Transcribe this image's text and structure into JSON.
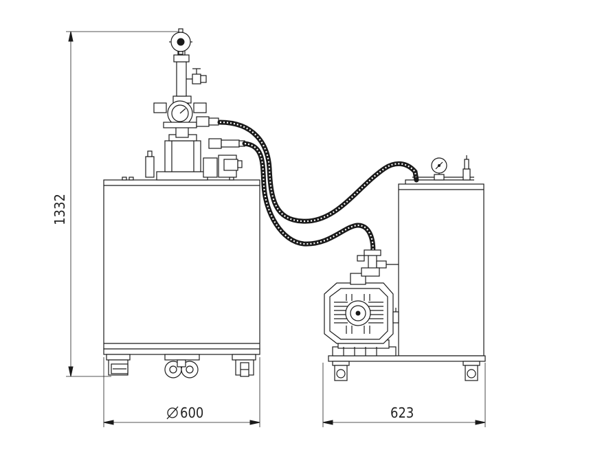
{
  "dimensions": {
    "height_label": "1332",
    "left_width_label": "600",
    "left_width_prefix_symbol": "diameter-symbol",
    "right_width_label": "623"
  },
  "colors": {
    "line": "#1a1a1a",
    "background": "#ffffff"
  },
  "components": [
    "dewar-vessel",
    "vessel-caster-wheels",
    "pressure-gauge-top",
    "pressure-gauge-panel",
    "transfer-hose-upper",
    "transfer-hose-lower",
    "vacuum-pump",
    "pump-cabinet",
    "cart-caster-wheels",
    "gauge-right"
  ]
}
